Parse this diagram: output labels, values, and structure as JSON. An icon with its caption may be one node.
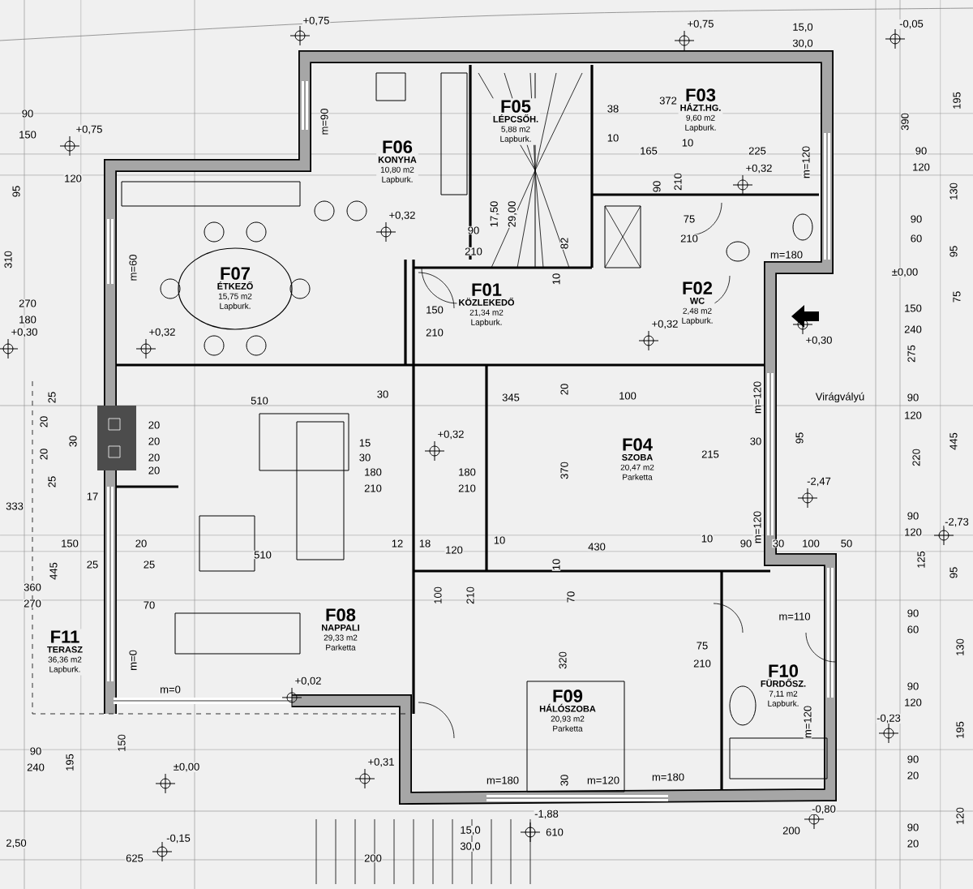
{
  "diagram": {
    "nodes": [
      {
        "text": [
          "F06",
          "KONYHA",
          "10,80 m2",
          "Lapburk."
        ]
      },
      {
        "text": [
          "F05",
          "LÉPCSŐH.",
          "5,88 m2",
          "Lapburk."
        ]
      },
      {
        "text": [
          "F03",
          "HÁZT.HG.",
          "9,60 m2",
          "Lapburk."
        ]
      },
      {
        "text": [
          "F07",
          "ÉTKEZŐ",
          "15,75 m2",
          "Lapburk."
        ]
      },
      {
        "text": [
          "F01",
          "KÖZLEKEDŐ",
          "21,34 m2",
          "Lapburk."
        ]
      },
      {
        "text": [
          "F02",
          "WC",
          "2,48 m2",
          "Lapburk."
        ]
      },
      {
        "text": [
          "F04",
          "SZOBA",
          "20,47 m2",
          "Parketta"
        ]
      },
      {
        "text": [
          "F11",
          "TERASZ",
          "36,36 m2",
          "Lapburk."
        ]
      },
      {
        "text": [
          "F08",
          "NAPPALI",
          "29,33 m2",
          "Parketta"
        ]
      },
      {
        "text": [
          "F09",
          "HÁLÓSZOBA",
          "20,93 m2",
          "Parketta"
        ]
      },
      {
        "text": [
          "F10",
          "FÜRDŐSZ.",
          "7,11 m2",
          "Lapburk."
        ]
      }
    ],
    "labels": [
      "+0,75",
      "+0,75",
      "15,0",
      "30,0",
      "-0,05",
      "90",
      "150",
      "+0,75",
      "m=90",
      "372",
      "38",
      "195",
      "390",
      "10",
      "10",
      "165",
      "225",
      "90",
      "+0,32",
      "m=120",
      "120",
      "95",
      "120",
      "130",
      "90",
      "210",
      "75",
      "210",
      "+0,32",
      "90",
      "60",
      "90",
      "210",
      "17,50",
      "29,00",
      "82",
      "310",
      "m=60",
      "m=180",
      "95",
      "±0,00",
      "10",
      "270",
      "180",
      "150",
      "210",
      "150",
      "240",
      "75",
      "+0,30",
      "+0,32",
      "+0,32",
      "+0,30",
      "275",
      "25",
      "510",
      "30",
      "345",
      "20",
      "100",
      "m=120",
      "Virágvályú",
      "90",
      "120",
      "20",
      "20",
      "30",
      "20",
      "+0,32",
      "95",
      "445",
      "15",
      "215",
      "30",
      "20",
      "20",
      "30",
      "370",
      "220",
      "20",
      "180",
      "180",
      "25",
      "-2,47",
      "210",
      "210",
      "17",
      "333",
      "m=120",
      "90",
      "120",
      "-2,73",
      "150",
      "20",
      "12",
      "18",
      "120",
      "10",
      "430",
      "10",
      "90",
      "30",
      "100",
      "50",
      "510",
      "25",
      "25",
      "445",
      "125",
      "10",
      "95",
      "360",
      "270",
      "70",
      "70",
      "100",
      "210",
      "m=110",
      "90",
      "60",
      "75",
      "130",
      "m=0",
      "320",
      "210",
      "+0,02",
      "m=0",
      "90",
      "120",
      "m=120",
      "-0,23",
      "195",
      "150",
      "90",
      "240",
      "195",
      "±0,00",
      "+0,31",
      "90",
      "20",
      "m=180",
      "30",
      "m=120",
      "m=180",
      "-1,88",
      "-0,80",
      "120",
      "15,0",
      "610",
      "200",
      "90",
      "2,50",
      "-0,15",
      "30,0",
      "20",
      "625",
      "200"
    ]
  }
}
